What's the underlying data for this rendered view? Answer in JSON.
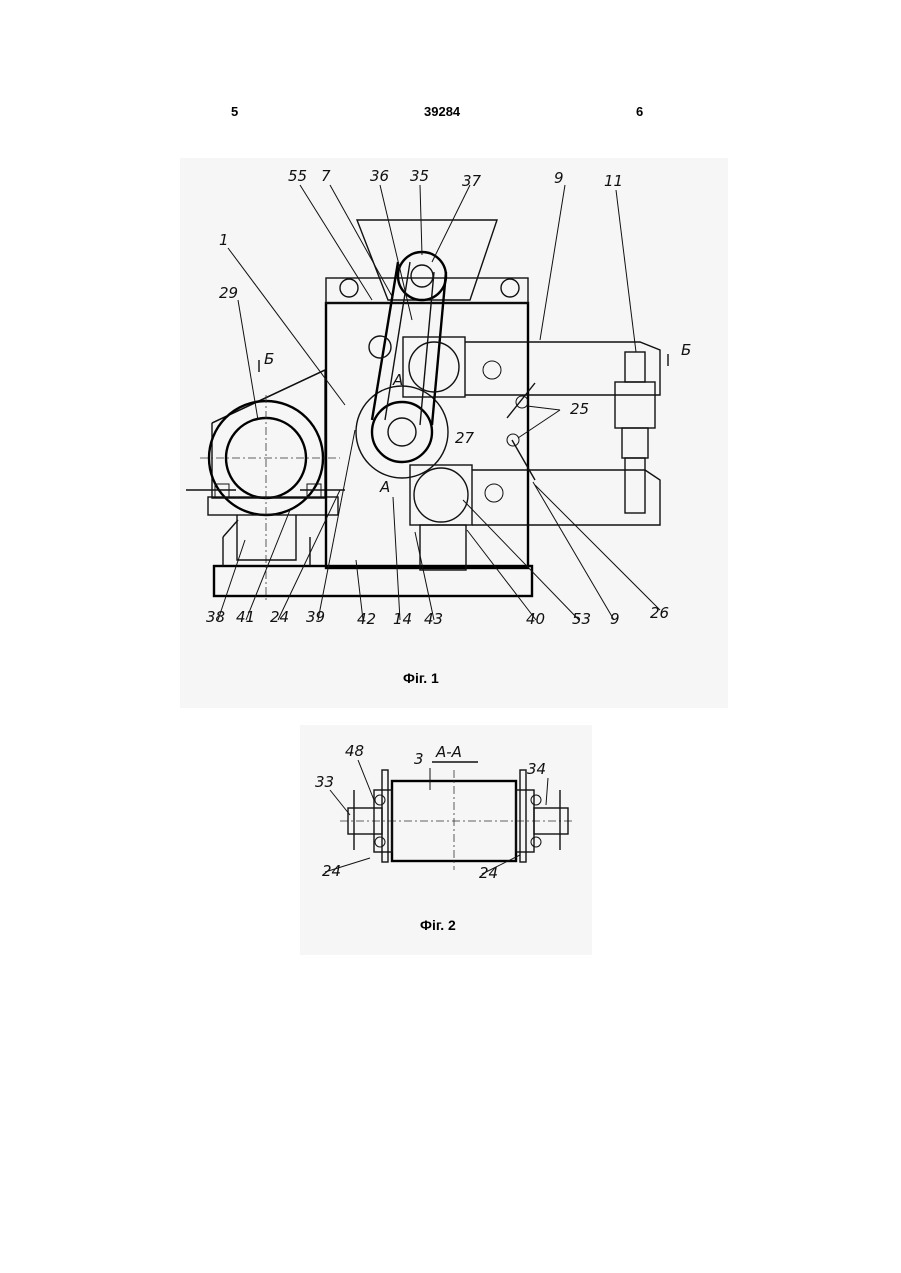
{
  "header": {
    "page_left": "5",
    "patent_number": "39284",
    "page_right": "6"
  },
  "figure1": {
    "caption": "Фіг. 1",
    "labels": [
      "55",
      "7",
      "36",
      "35",
      "37",
      "9",
      "11",
      "1",
      "29",
      "Б",
      "Б",
      "А",
      "25",
      "27",
      "А",
      "38",
      "41",
      "24",
      "39",
      "42",
      "14",
      "43",
      "40",
      "53",
      "9",
      "26"
    ]
  },
  "figure2": {
    "caption": "Фіг. 2",
    "section_label": "А-А",
    "labels": [
      "48",
      "3",
      "34",
      "33",
      "24",
      "24"
    ]
  }
}
